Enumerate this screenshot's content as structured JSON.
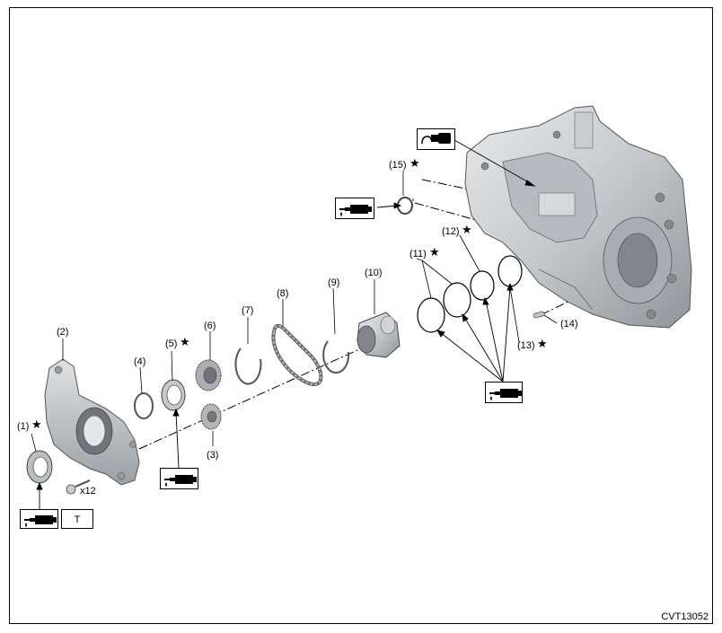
{
  "figure": {
    "code": "CVT13052",
    "star_symbol": "★",
    "bolt_count": "x12",
    "torque_letter": "T"
  },
  "parts": [
    {
      "id": "p1",
      "label": "(1)",
      "starred": true
    },
    {
      "id": "p2",
      "label": "(2)",
      "starred": false
    },
    {
      "id": "p3",
      "label": "(3)",
      "starred": false
    },
    {
      "id": "p4",
      "label": "(4)",
      "starred": false
    },
    {
      "id": "p5",
      "label": "(5)",
      "starred": true
    },
    {
      "id": "p6",
      "label": "(6)",
      "starred": false
    },
    {
      "id": "p7",
      "label": "(7)",
      "starred": false
    },
    {
      "id": "p8",
      "label": "(8)",
      "starred": false
    },
    {
      "id": "p9",
      "label": "(9)",
      "starred": false
    },
    {
      "id": "p10",
      "label": "(10)",
      "starred": false
    },
    {
      "id": "p11",
      "label": "(11)",
      "starred": true
    },
    {
      "id": "p12",
      "label": "(12)",
      "starred": true
    },
    {
      "id": "p13",
      "label": "(13)",
      "starred": true
    },
    {
      "id": "p14",
      "label": "(14)",
      "starred": false
    },
    {
      "id": "p15",
      "label": "(15)",
      "starred": true
    }
  ],
  "icons": {
    "apply_fluid": "fluid-applicator-icon",
    "sealant": "sealant-tube-icon",
    "torque": "torque-box"
  },
  "colors": {
    "line": "#000000",
    "part_fill": "#cfd3d6",
    "part_dark": "#8c9297",
    "background": "#ffffff"
  }
}
